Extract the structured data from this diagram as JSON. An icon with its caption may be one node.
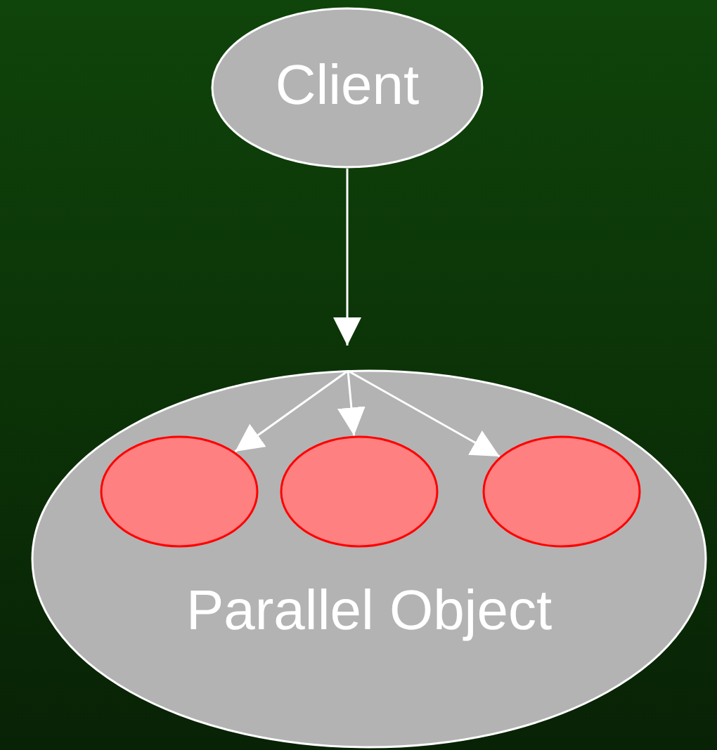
{
  "diagram": {
    "nodes": [
      {
        "text": [
          "Client"
        ]
      },
      {
        "text": [
          "Parallel Object"
        ]
      },
      {
        "text": [],
        "shape": "circle",
        "in": 1
      },
      {
        "text": [],
        "shape": "circle",
        "in": 1
      },
      {
        "text": [],
        "shape": "circle",
        "in": 1
      }
    ],
    "edges": [
      {
        "from": 0,
        "to": 1,
        "arrow": "to"
      },
      {
        "from": 1,
        "to": 2,
        "arrow": "to"
      },
      {
        "from": 1,
        "to": 3,
        "arrow": "to"
      },
      {
        "from": 1,
        "to": 4,
        "arrow": "to"
      }
    ]
  }
}
